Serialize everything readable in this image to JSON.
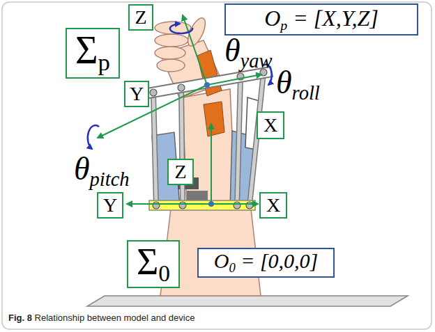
{
  "diagram": {
    "caption": "Fig. 8 Relationship between model and device",
    "nodes": [
      {
        "text": [
          "Σp"
        ]
      },
      {
        "text": [
          "Z"
        ]
      },
      {
        "text": [
          "Op = [X,Y,Z]"
        ]
      },
      {
        "text": [
          "Y"
        ]
      },
      {
        "text": [
          "X"
        ]
      },
      {
        "text": [
          "Z"
        ]
      },
      {
        "text": [
          "Y"
        ]
      },
      {
        "text": [
          "X"
        ]
      },
      {
        "text": [
          "Σ0"
        ]
      },
      {
        "text": [
          "O0 = [0,0,0]"
        ]
      }
    ],
    "labels": [
      "θyaw",
      "θroll",
      "θpitch"
    ]
  }
}
